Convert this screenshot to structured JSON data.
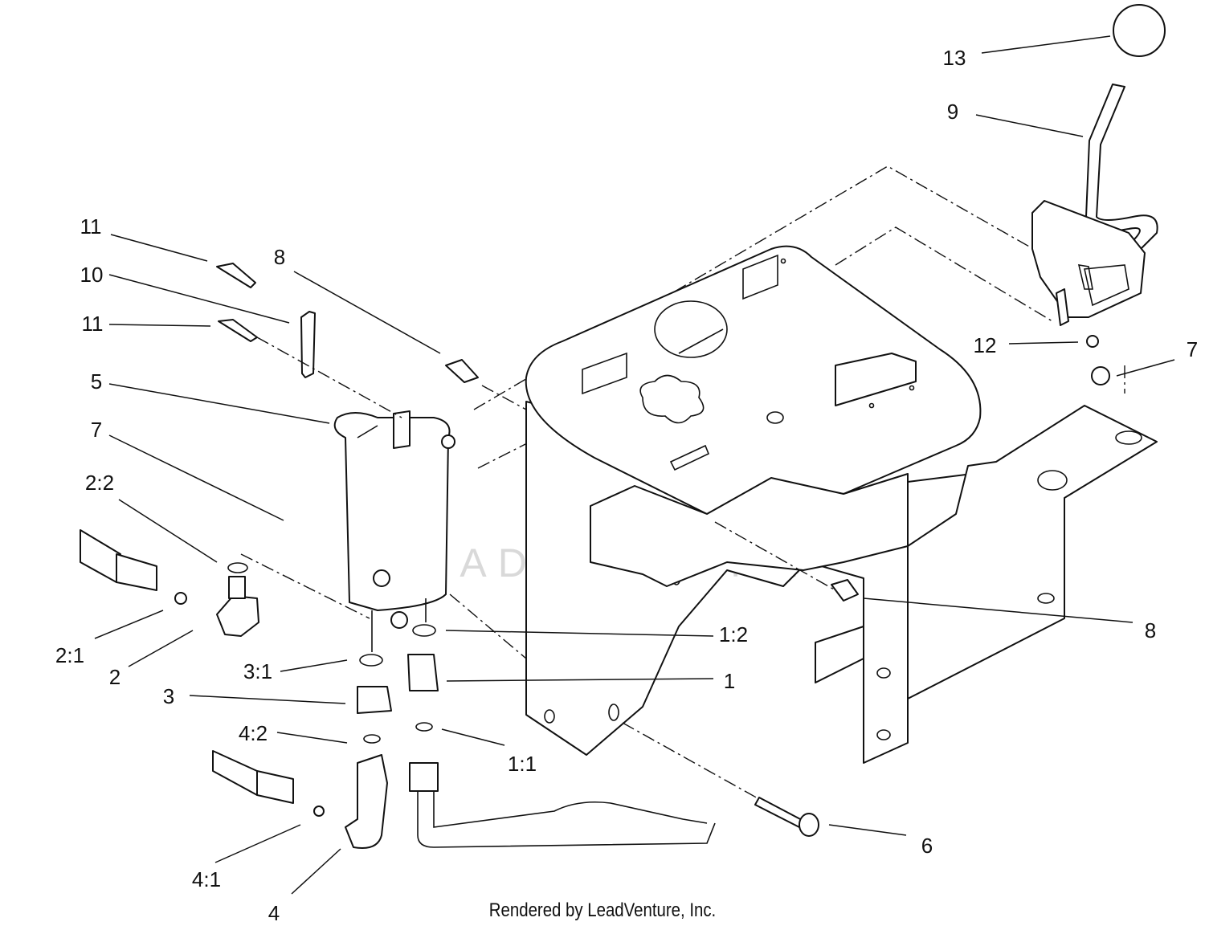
{
  "diagram": {
    "callouts": [
      {
        "id": "c13",
        "text": "13"
      },
      {
        "id": "c9",
        "text": "9"
      },
      {
        "id": "c11a",
        "text": "11"
      },
      {
        "id": "c10",
        "text": "10"
      },
      {
        "id": "c11b",
        "text": "11"
      },
      {
        "id": "c8a",
        "text": "8"
      },
      {
        "id": "c5",
        "text": "5"
      },
      {
        "id": "c7a",
        "text": "7"
      },
      {
        "id": "c22",
        "text": "2:2"
      },
      {
        "id": "c21",
        "text": "2:1"
      },
      {
        "id": "c2",
        "text": "2"
      },
      {
        "id": "c31",
        "text": "3:1"
      },
      {
        "id": "c3",
        "text": "3"
      },
      {
        "id": "c42",
        "text": "4:2"
      },
      {
        "id": "c41",
        "text": "4:1"
      },
      {
        "id": "c4",
        "text": "4"
      },
      {
        "id": "c12",
        "text": "12"
      },
      {
        "id": "c7b",
        "text": "7"
      },
      {
        "id": "c8b",
        "text": "8"
      },
      {
        "id": "c12b",
        "text": "1:2"
      },
      {
        "id": "c1",
        "text": "1"
      },
      {
        "id": "c11c",
        "text": "1:1"
      },
      {
        "id": "c6",
        "text": "6"
      }
    ]
  },
  "watermark": "LEADVENTURE",
  "footer": "Rendered by LeadVenture, Inc."
}
